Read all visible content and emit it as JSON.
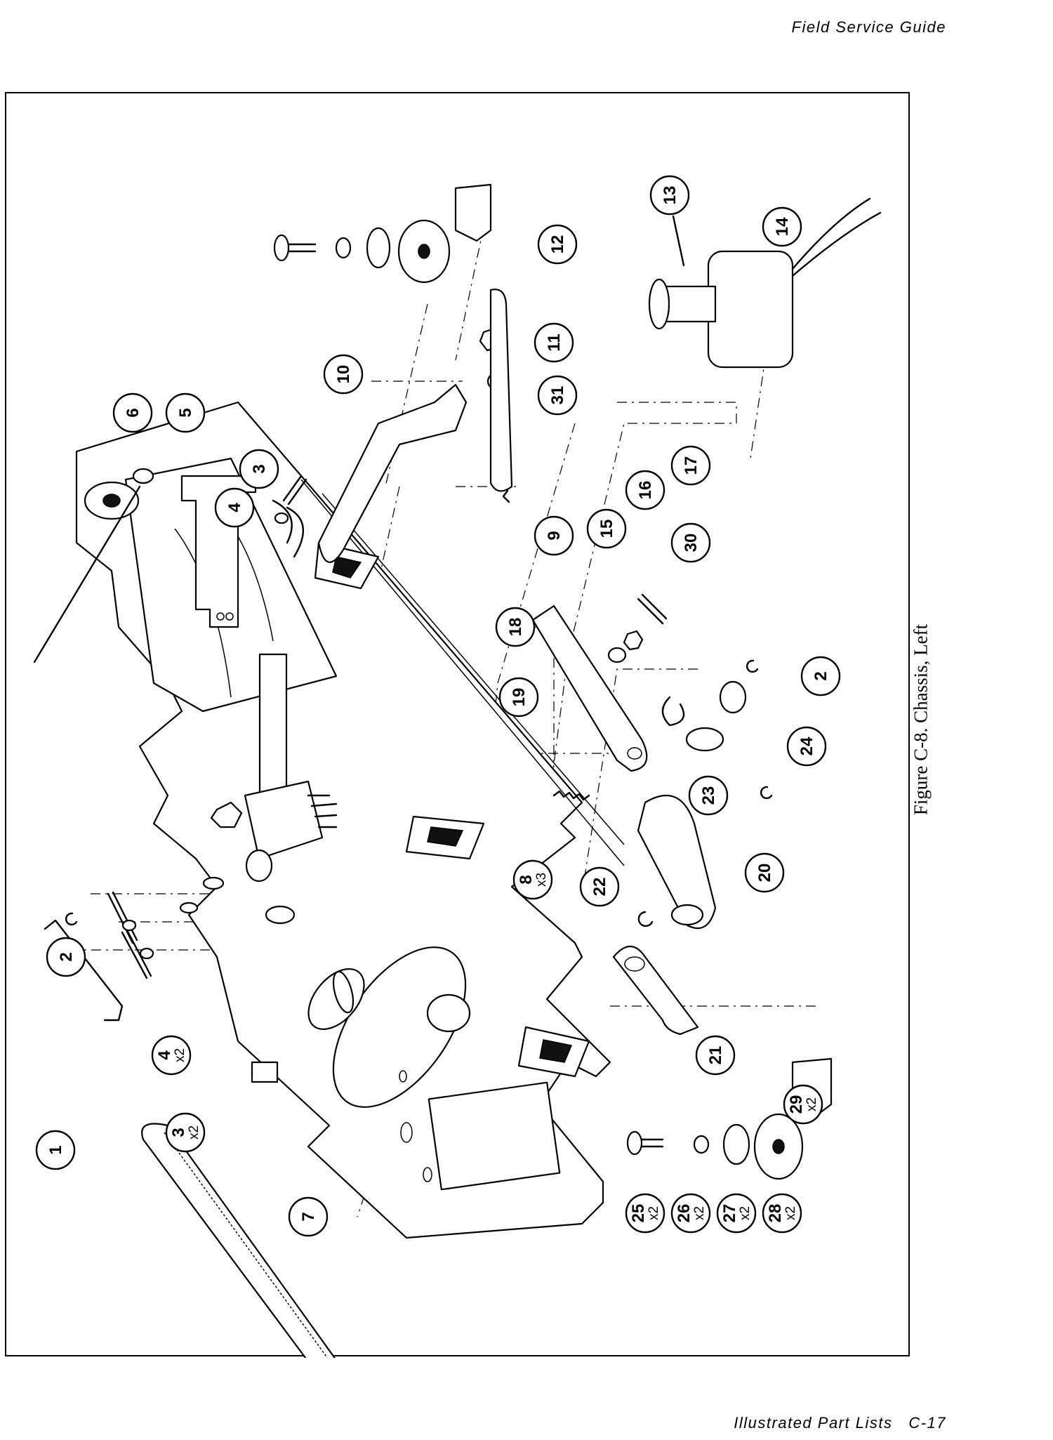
{
  "header": {
    "text": "Field Service Guide"
  },
  "footer": {
    "section": "Illustrated Part Lists",
    "page": "C-17"
  },
  "figure": {
    "caption": "Figure C-8.  Chassis, Left"
  },
  "callouts": [
    {
      "num": "1",
      "mult": ""
    },
    {
      "num": "2",
      "mult": ""
    },
    {
      "num": "2",
      "mult": ""
    },
    {
      "num": "3",
      "mult": ""
    },
    {
      "num": "3",
      "mult": "x2"
    },
    {
      "num": "4",
      "mult": ""
    },
    {
      "num": "4",
      "mult": "x2"
    },
    {
      "num": "5",
      "mult": ""
    },
    {
      "num": "6",
      "mult": ""
    },
    {
      "num": "7",
      "mult": ""
    },
    {
      "num": "8",
      "mult": "x3"
    },
    {
      "num": "9",
      "mult": ""
    },
    {
      "num": "10",
      "mult": ""
    },
    {
      "num": "11",
      "mult": ""
    },
    {
      "num": "12",
      "mult": ""
    },
    {
      "num": "13",
      "mult": ""
    },
    {
      "num": "14",
      "mult": ""
    },
    {
      "num": "15",
      "mult": ""
    },
    {
      "num": "16",
      "mult": ""
    },
    {
      "num": "17",
      "mult": ""
    },
    {
      "num": "18",
      "mult": ""
    },
    {
      "num": "19",
      "mult": ""
    },
    {
      "num": "20",
      "mult": ""
    },
    {
      "num": "21",
      "mult": ""
    },
    {
      "num": "22",
      "mult": ""
    },
    {
      "num": "23",
      "mult": ""
    },
    {
      "num": "24",
      "mult": ""
    },
    {
      "num": "25",
      "mult": "x2"
    },
    {
      "num": "26",
      "mult": "x2"
    },
    {
      "num": "27",
      "mult": "x2"
    },
    {
      "num": "28",
      "mult": "x2"
    },
    {
      "num": "29",
      "mult": "x2"
    },
    {
      "num": "30",
      "mult": ""
    },
    {
      "num": "31",
      "mult": ""
    }
  ]
}
